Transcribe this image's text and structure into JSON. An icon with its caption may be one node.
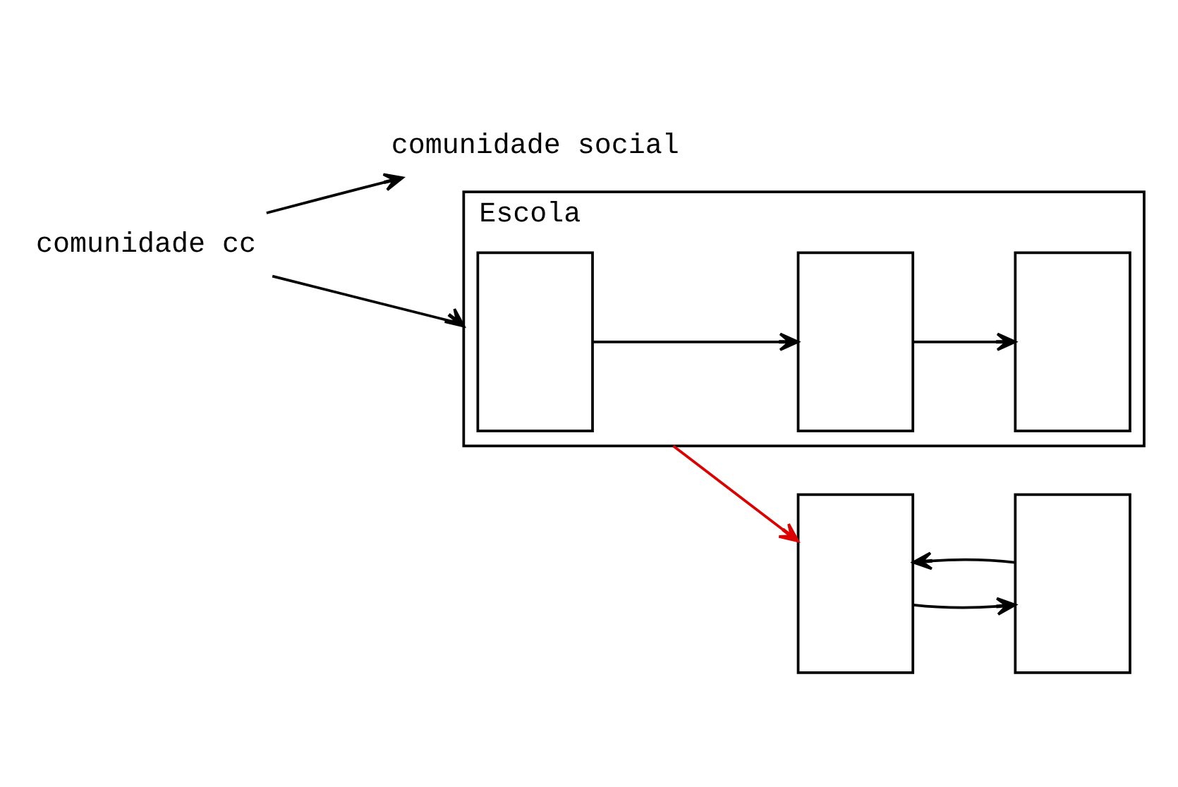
{
  "diagram": {
    "nodes": [
      {
        "text": [
          "comunidade cc"
        ]
      },
      {
        "text": [],
        "shape": "box"
      },
      {
        "text": [],
        "shape": "box"
      },
      {
        "text": [
          "comunidade social"
        ]
      },
      {
        "text": [
          "Escola"
        ]
      },
      {
        "text": [],
        "shape": "box",
        "in": 4
      },
      {
        "text": [],
        "shape": "box",
        "in": 4
      },
      {
        "text": [],
        "shape": "box",
        "in": 4
      }
    ],
    "edges": [
      {
        "from": 0,
        "to": 3,
        "arrow": "to"
      },
      {
        "from": 0,
        "to": 4,
        "arrow": "to"
      },
      {
        "from": 1,
        "to": 2,
        "arrow": "to"
      },
      {
        "from": 2,
        "to": 1,
        "arrow": "to"
      },
      {
        "from": 5,
        "to": 6,
        "arrow": "to"
      },
      {
        "from": 6,
        "to": 7,
        "arrow": "to"
      },
      {
        "from": 4,
        "to": 1,
        "arrow": "to",
        "color": "#dd0000"
      }
    ]
  }
}
